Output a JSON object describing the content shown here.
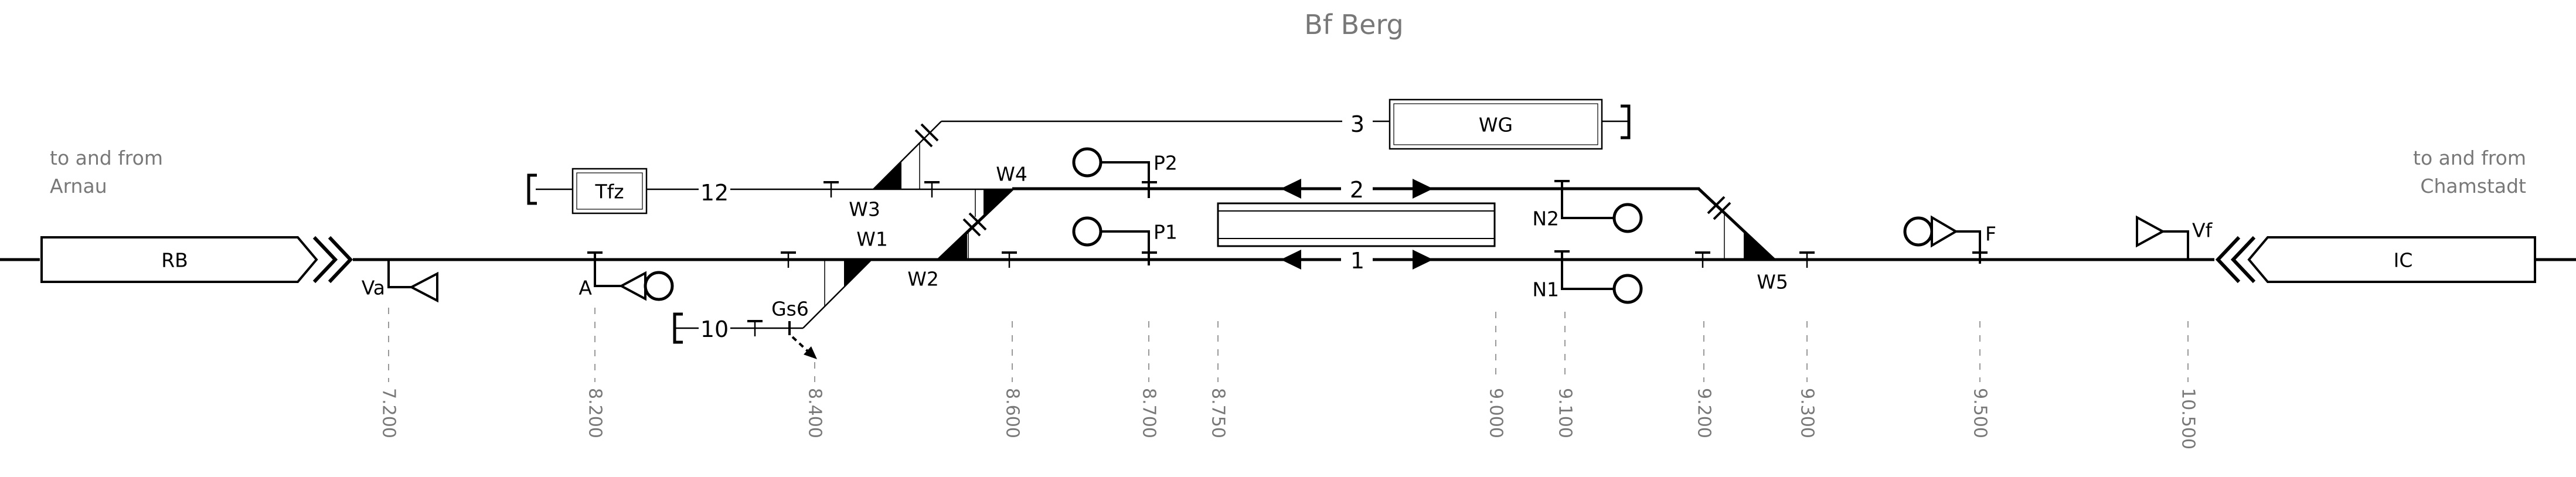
{
  "title": "Bf Berg",
  "approach_left": {
    "line1": "to and from",
    "line2": "Arnau"
  },
  "approach_right": {
    "line1": "to and from",
    "line2": "Chamstadt"
  },
  "trains": {
    "rb": "RB",
    "ic": "IC"
  },
  "facilities": {
    "tfz": "Tfz",
    "wg": "WG"
  },
  "tracks": {
    "t1": "1",
    "t2": "2",
    "t3": "3",
    "t10": "10",
    "t12": "12"
  },
  "switches": {
    "w1": "W1",
    "w2": "W2",
    "w3": "W3",
    "w4": "W4",
    "w5": "W5"
  },
  "derailer": {
    "gs6": "Gs6"
  },
  "signals": {
    "va": "Va",
    "a": "A",
    "p1": "P1",
    "p2": "P2",
    "n1": "N1",
    "n2": "N2",
    "f": "F",
    "vf": "Vf"
  },
  "mileposts": [
    "7.200",
    "8.200",
    "8.400",
    "8.600",
    "8.700",
    "8.750",
    "9.000",
    "9.100",
    "9.200",
    "9.300",
    "9.500",
    "10.500"
  ]
}
